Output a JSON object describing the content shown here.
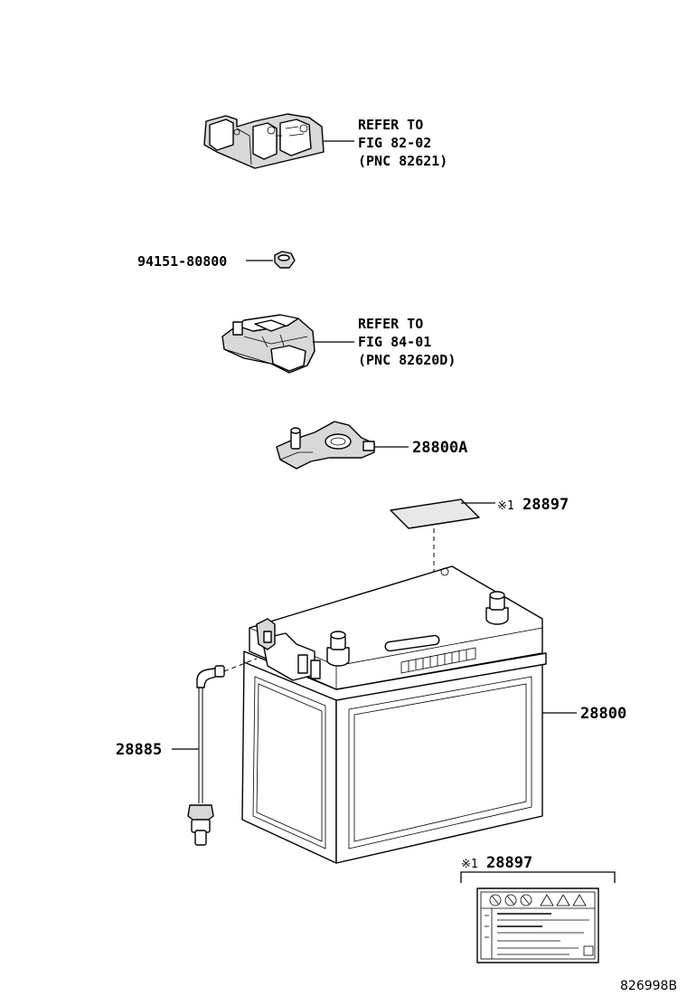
{
  "callouts": {
    "ref1": {
      "line1": "REFER TO",
      "line2": "FIG 82-02",
      "line3": "(PNC 82621)"
    },
    "nut": "94151-80800",
    "ref2": {
      "line1": "REFER TO",
      "line2": "FIG 84-01",
      "line3": "(PNC 82620D)"
    },
    "terminal": "28800A",
    "label_top": {
      "mark": "※1",
      "number": "28897"
    },
    "battery": "28800",
    "sensor": "28885",
    "label_detail": {
      "mark": "※1",
      "number": "28897"
    }
  },
  "figure_id": "826998B"
}
